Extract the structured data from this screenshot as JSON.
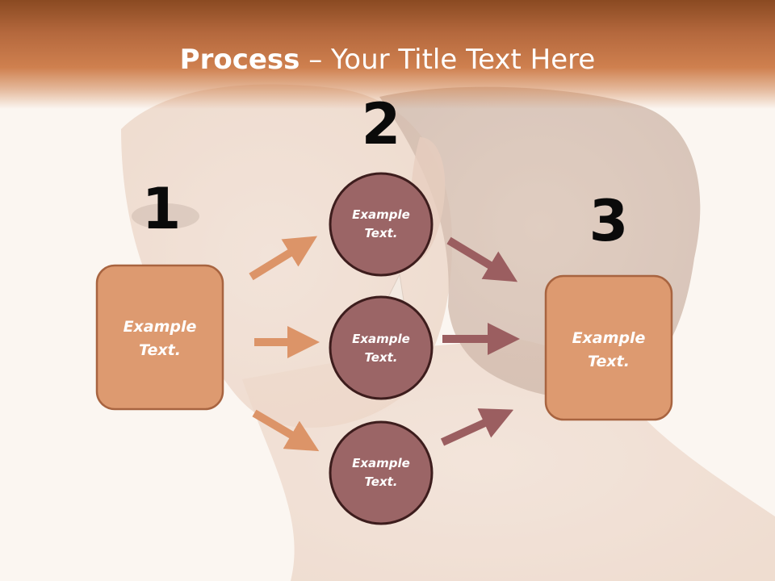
{
  "slide": {
    "title_strong": "Process",
    "title_dash": " – ",
    "title_rest": "Your Title Text Here"
  },
  "steps": [
    {
      "number": "1"
    },
    {
      "number": "2"
    },
    {
      "number": "3"
    }
  ],
  "left_box": {
    "line1": "Example",
    "line2": "Text."
  },
  "right_box": {
    "line1": "Example",
    "line2": "Text."
  },
  "circles": [
    {
      "line1": "Example",
      "line2": "Text."
    },
    {
      "line1": "Example",
      "line2": "Text."
    },
    {
      "line1": "Example",
      "line2": "Text."
    }
  ],
  "colors": {
    "header": "#c5733f",
    "box_fill": "#dd9a70",
    "box_stroke": "#a86440",
    "circle_fill": "#9b6566",
    "circle_stroke": "#3d1d1d",
    "arrow_left": "#dc9468",
    "arrow_right": "#9b5e60",
    "background": "#fbf6f2"
  },
  "background_image": "woman-profile-photo"
}
